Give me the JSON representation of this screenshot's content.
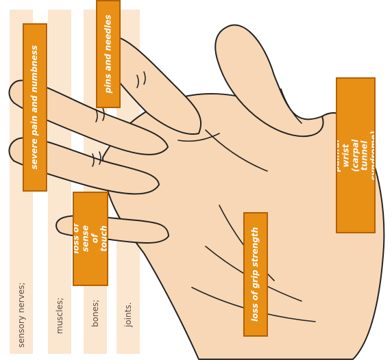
{
  "colors": {
    "stripe": "#fbe6d0",
    "callout": "#e88f16",
    "skin": "#f7d7b5",
    "outline": "#222222"
  },
  "list": {
    "item1": "sensory nerves;",
    "item2": "muscles;",
    "item3": "bones;",
    "item4": "joints."
  },
  "callouts": {
    "severe_pain": "severe pain and numbness",
    "pins_needles": "pins and needles",
    "loss_touch": "loss of sense\nof touch",
    "loss_grip": "loss of grip strength",
    "painful_wrist": "painful wrist\n(carpal tunnel syndrome)"
  }
}
